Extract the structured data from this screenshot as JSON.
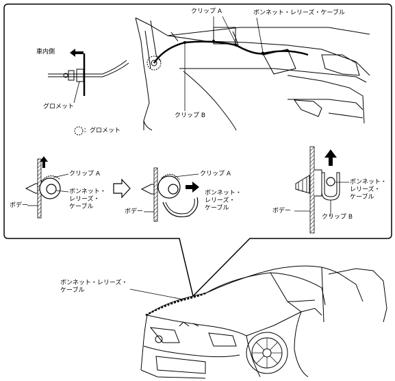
{
  "labels": {
    "clip_a": "クリップ A",
    "hood_cable": "ボンネット・レリーズ・ケーブル",
    "interior": "車内側",
    "grommet": "グロメット",
    "clip_b": "クリップ B",
    "grommet_legend": "：グロメット",
    "body": "ボデー",
    "cable_stack": [
      "ボンネット・",
      "レリーズ・",
      "ケーブル"
    ],
    "bottom_cable": [
      "ボンネット・レリーズ・",
      "ケーブル"
    ]
  }
}
